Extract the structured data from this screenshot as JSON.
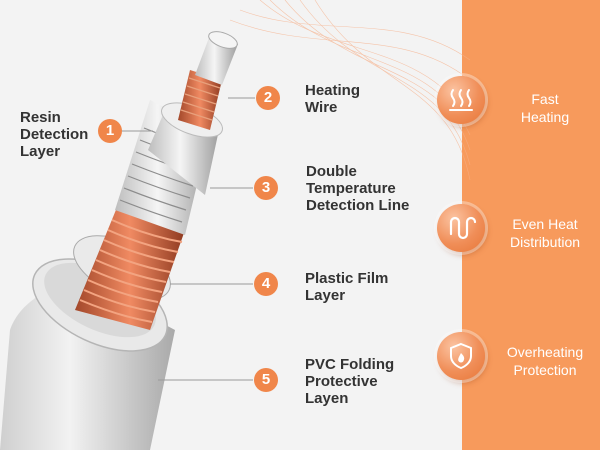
{
  "colors": {
    "accent": "#f0864a",
    "panel": "#f79a5c",
    "text": "#333333",
    "copper": "#c8653d"
  },
  "layers": [
    {
      "number": "1",
      "label": "Resin\nDetection\nLayer"
    },
    {
      "number": "2",
      "label": "Heating\nWire"
    },
    {
      "number": "3",
      "label": "Double\nTemperature\nDetection Line"
    },
    {
      "number": "4",
      "label": "Plastic Film\nLayer"
    },
    {
      "number": "5",
      "label": "PVC Folding\nProtective\nLayen"
    }
  ],
  "features": [
    {
      "icon": "heat-waves-icon",
      "label": "Fast\nHeating"
    },
    {
      "icon": "coil-icon",
      "label": "Even Heat\nDistribution"
    },
    {
      "icon": "flame-shield-icon",
      "label": "Overheating\nProtection"
    }
  ]
}
